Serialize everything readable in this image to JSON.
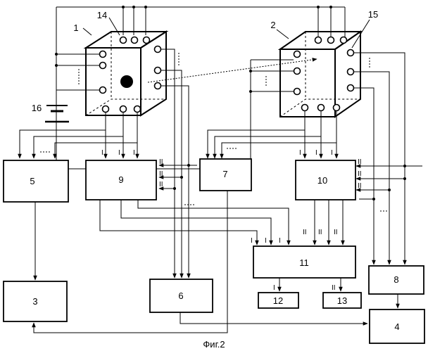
{
  "blocks": {
    "b1": "1",
    "b2": "2",
    "b3": "3",
    "b4": "4",
    "b5": "5",
    "b6": "6",
    "b7": "7",
    "b8": "8",
    "b9": "9",
    "b10": "10",
    "b11": "11",
    "b12": "12",
    "b13": "13"
  },
  "callouts": {
    "c14": "14",
    "c15": "15",
    "c16": "16"
  },
  "port_labels": {
    "one": "I",
    "two": "II"
  },
  "caption": "Фиг.2"
}
